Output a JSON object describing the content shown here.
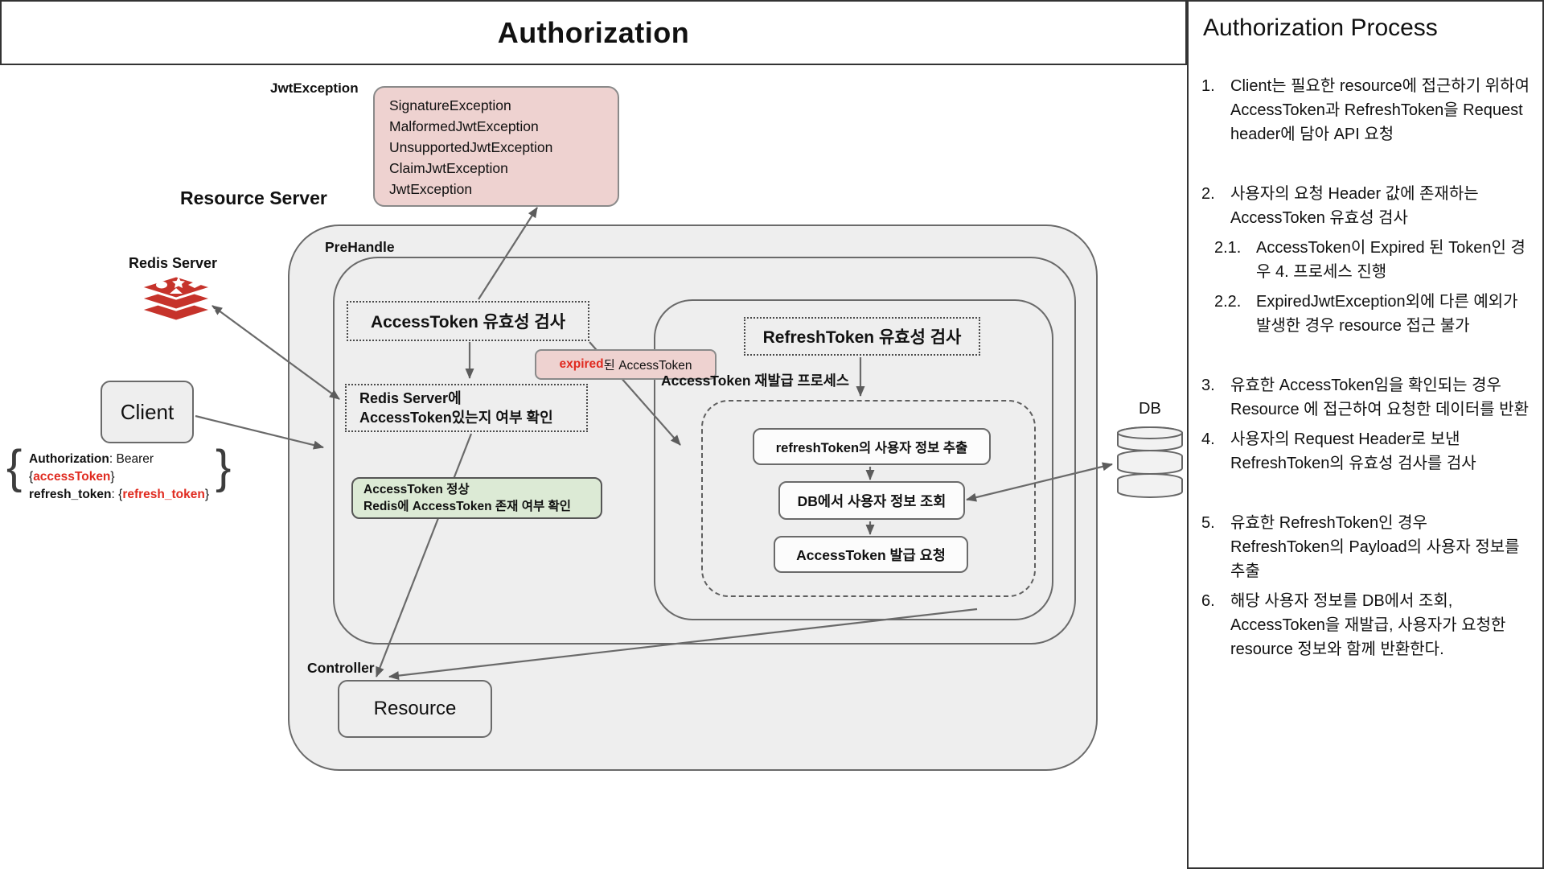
{
  "title": "Authorization",
  "sidebar": {
    "heading": "Authorization Process",
    "steps": [
      {
        "num": "1.",
        "text": "Client는 필요한 resource에 접근하기 위하여 AccessToken과 RefreshToken을 Request header에 담아 API 요청",
        "sub": false,
        "gap": true
      },
      {
        "num": "2.",
        "text": "사용자의 요청 Header 값에 존재하는 AccessToken 유효성 검사",
        "sub": false,
        "gap": false
      },
      {
        "num": "2.1.",
        "text": "AccessToken이 Expired 된 Token인 경우 4. 프로세스 진행",
        "sub": true,
        "gap": false
      },
      {
        "num": "2.2.",
        "text": "ExpiredJwtException외에 다른 예외가 발생한 경우 resource 접근 불가",
        "sub": true,
        "gap": true
      },
      {
        "num": "3.",
        "text": "유효한 AccessToken임을 확인되는 경우 Resource 에 접근하여 요청한 데이터를 반환",
        "sub": false,
        "gap": false
      },
      {
        "num": "4.",
        "text": "사용자의 Request Header로 보낸 RefreshToken의 유효성 검사를 검사",
        "sub": false,
        "gap": true
      },
      {
        "num": "5.",
        "text": "유효한 RefreshToken인 경우 RefreshToken의 Payload의 사용자 정보를 추출",
        "sub": false,
        "gap": false
      },
      {
        "num": "6.",
        "text": "해당 사용자 정보를 DB에서 조회, AccessToken을 재발급, 사용자가 요청한 resource 정보와 함께 반환한다.",
        "sub": false,
        "gap": false
      }
    ]
  },
  "diagram": {
    "jwt_exception_label": "JwtException",
    "exception_lines": [
      "SignatureException",
      "MalformedJwtException",
      "UnsupportedJwtException",
      "ClaimJwtException",
      "JwtException"
    ],
    "resource_server_label": "Resource Server",
    "redis_server_label": "Redis Server",
    "redis_icon": "redis-database-icon",
    "prehandle_label": "PreHandle",
    "controller_label": "Controller",
    "client_label": "Client",
    "resource_label": "Resource",
    "db_label": "DB",
    "db_icon": "database-cylinder-icon",
    "access_token_check": "AccessToken 유효성 검사",
    "expired_highlight": "expired",
    "expired_rest": " 된 AccessToken",
    "redis_check_line1": "Redis Server에",
    "redis_check_line2": "AccessToken있는지 여부 확인",
    "green_line1": "AccessToken 정상",
    "green_line2": "Redis에 AccessToken 존재 여부 확인",
    "refresh_token_check": "RefreshToken 유효성 검사",
    "reissue_label": "AccessToken 재발급 프로세스",
    "step_extract": "refreshToken의 사용자 정보 추출",
    "step_db_lookup": "DB에서 사용자 정보 조회",
    "step_issue": "AccessToken 발급 요청",
    "request_header": {
      "brace_open": "{",
      "brace_close": "}",
      "line1_key": "Authorization",
      "line1_mid": ": Bearer {",
      "line1_token": "accessToken",
      "line1_end": "}",
      "line2_key": "refresh_token",
      "line2_mid": ": {",
      "line2_token": "refresh_token",
      "line2_end": "}"
    }
  },
  "colors": {
    "accent_red": "#e02b20",
    "pink_box": "#eed2d0",
    "green_box": "#dcead5",
    "panel_gray": "#eeeeee",
    "arrow_gray": "#6a6a6a",
    "redis_red": "#c6332b"
  }
}
